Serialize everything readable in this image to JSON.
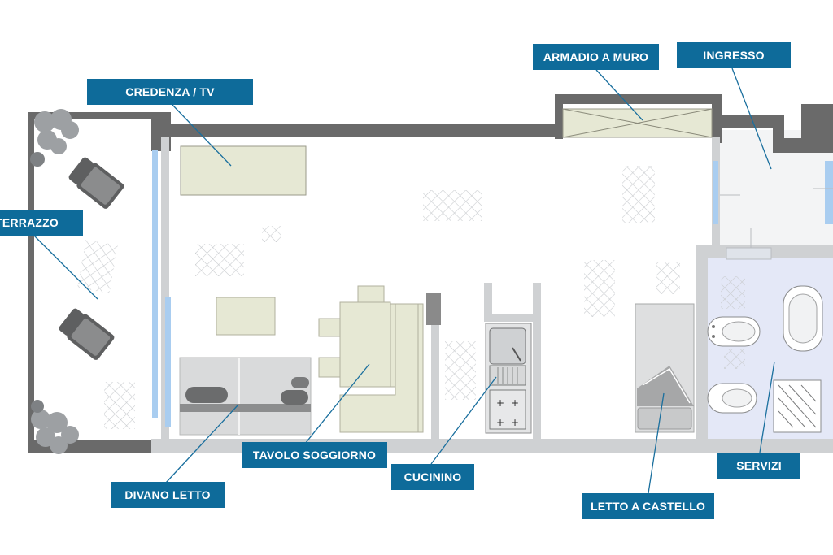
{
  "labels": {
    "armadio": "ARMADIO A MURO",
    "ingresso": "INGRESSO",
    "credenza": "CREDENZA / TV",
    "terrazzo": "TERRAZZO",
    "tavolo": "TAVOLO SOGGIORNO",
    "cucinino": "CUCININO",
    "divano": "DIVANO LETTO",
    "letto": "LETTO A CASTELLO",
    "servizi": "SERVIZI"
  },
  "colors": {
    "label_bg": "#0e6b9a",
    "label_text": "#ffffff",
    "wall": "#6a6a6a",
    "floor_bath": "#e4e8f7",
    "furniture": "#e6e8d4",
    "leader_line": "#1a6f9e",
    "window_glass": "#a9cdf0"
  },
  "icons": [
    "lounge-chair-icon",
    "plant-icon",
    "sink-icon",
    "stove-icon",
    "bathtub-icon",
    "bidet-icon",
    "toilet-icon",
    "shower-icon"
  ]
}
